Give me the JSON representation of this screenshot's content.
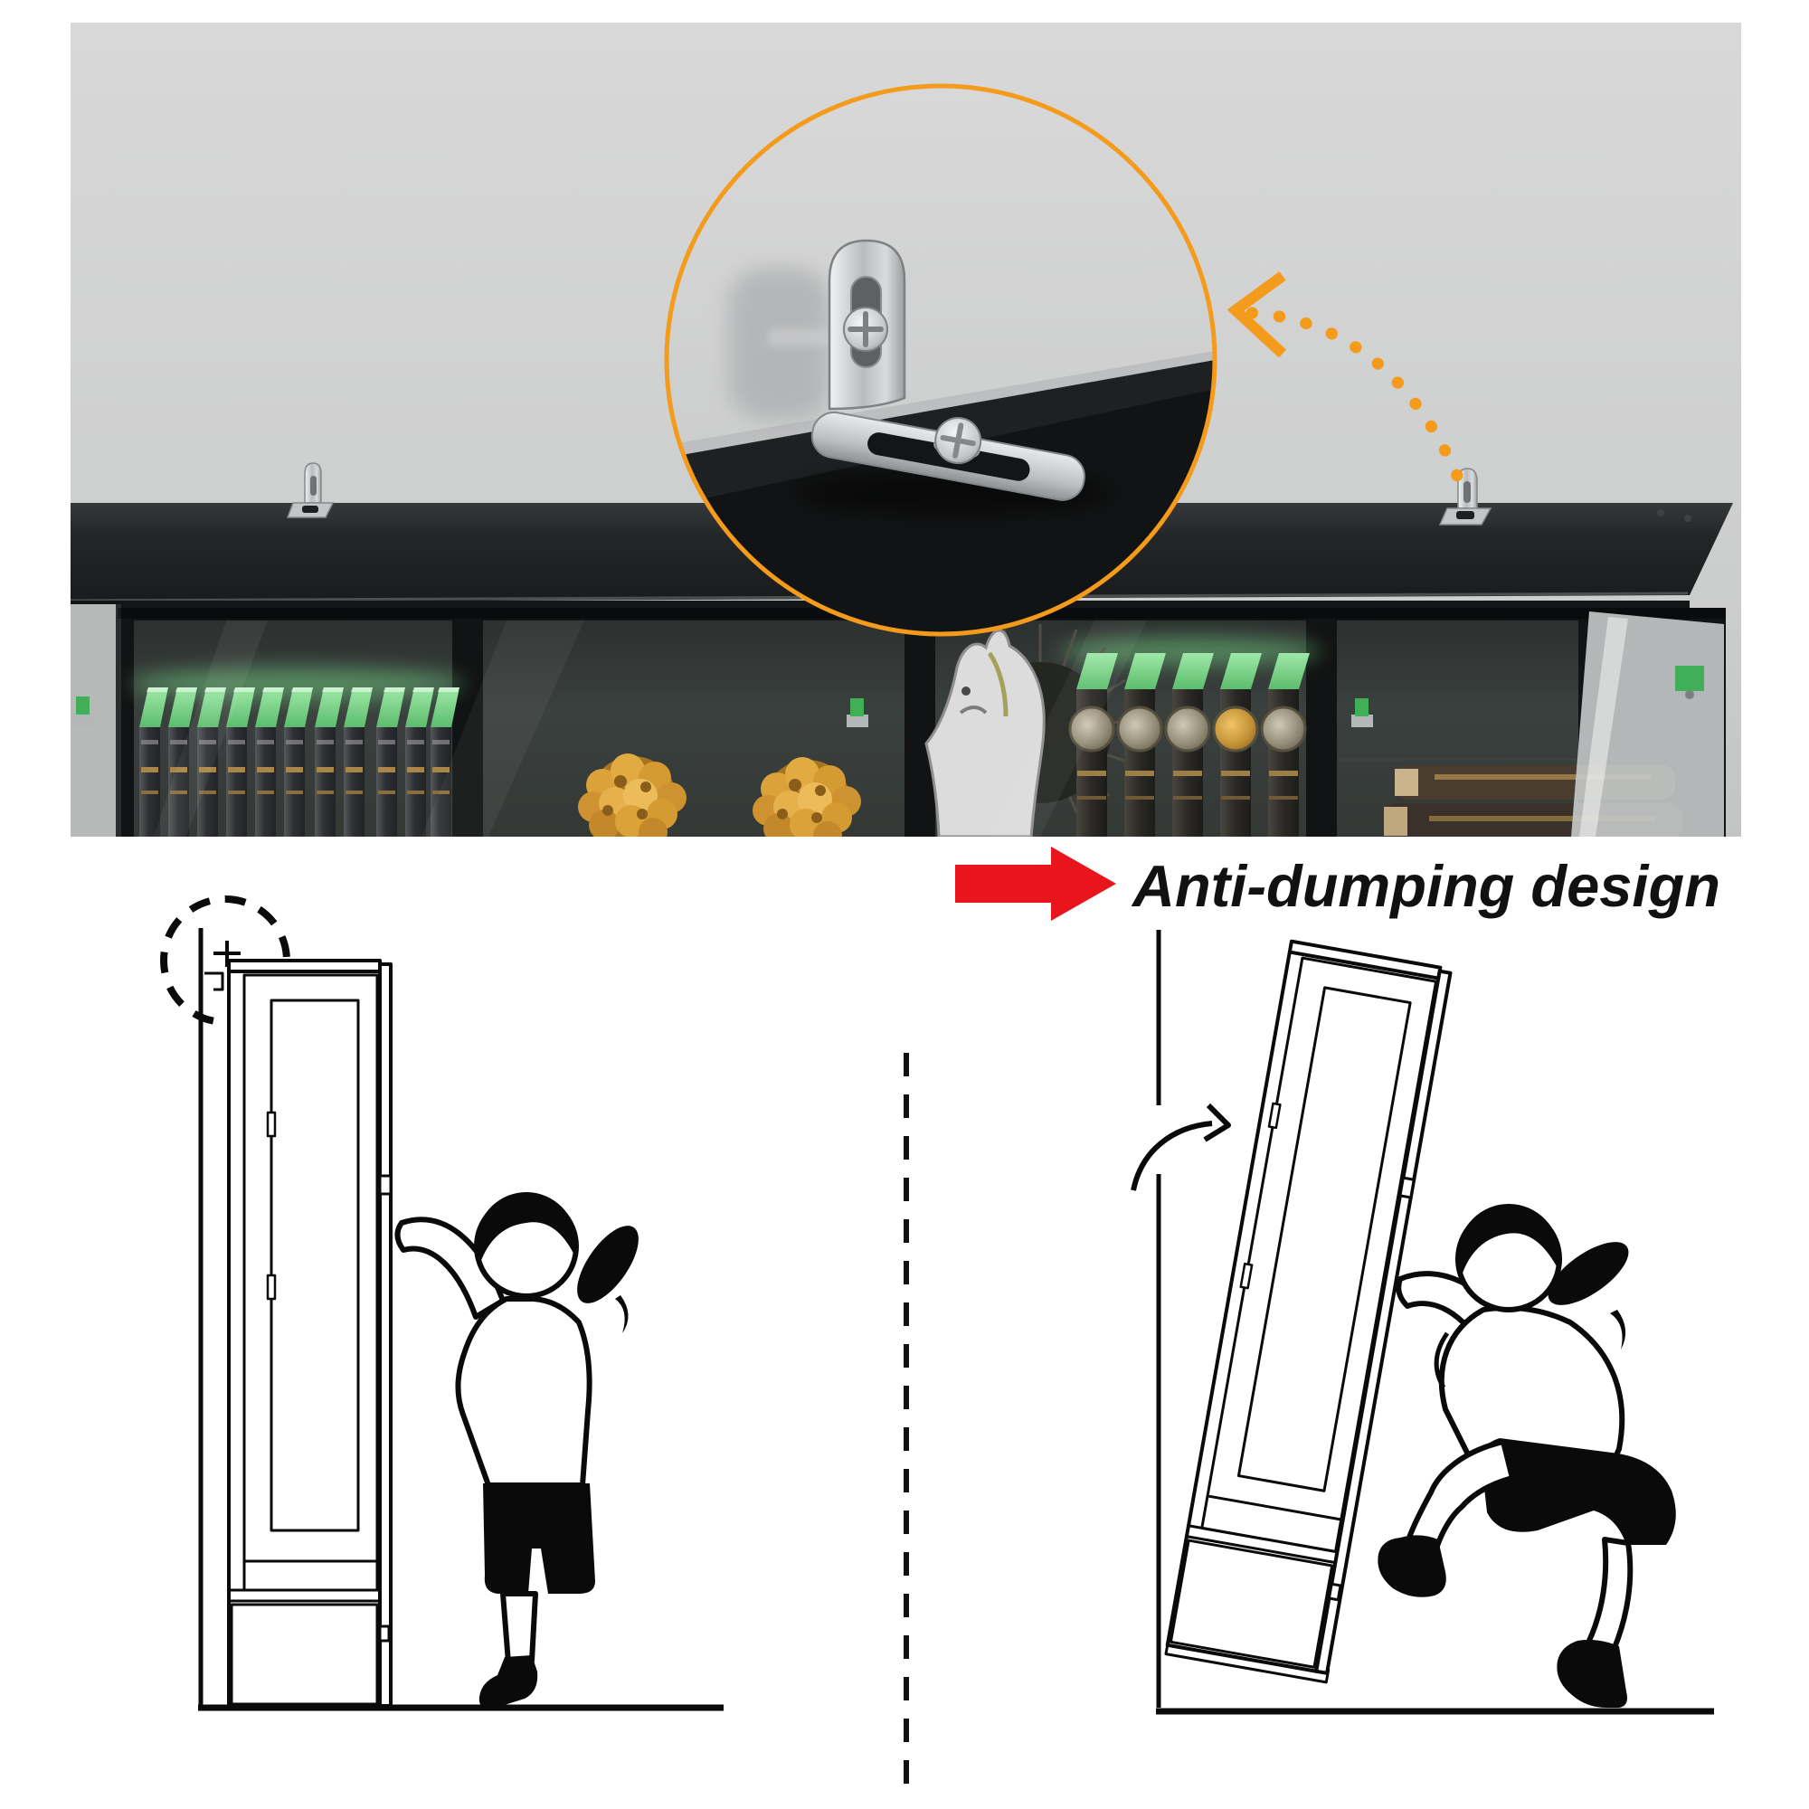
{
  "heading": {
    "label": "Anti-dumping design"
  },
  "colors": {
    "accent_orange": "#F59B1C",
    "arrow_red": "#E8151C",
    "led_green": "#7BD68B",
    "wall_gray": "#CDCDCD",
    "cabinet_black": "#1B1D1E",
    "line_black": "#0A0A0A"
  },
  "icons": [
    {
      "name": "magnifier-circle"
    },
    {
      "name": "anti-tip-bracket"
    },
    {
      "name": "orange-chevron-arrow"
    },
    {
      "name": "dotted-trail"
    },
    {
      "name": "red-arrow"
    },
    {
      "name": "dashed-highlight-circle"
    },
    {
      "name": "wall-anchor-cross"
    },
    {
      "name": "tilt-arrow"
    },
    {
      "name": "divider-dashed-line"
    }
  ],
  "scenes": {
    "photo": "bookcase top with anti-tip bracket, magnified detail",
    "left_diagram": "cabinet anchored to wall, child touching door",
    "right_diagram": "cabinet tipping while child climbs"
  }
}
